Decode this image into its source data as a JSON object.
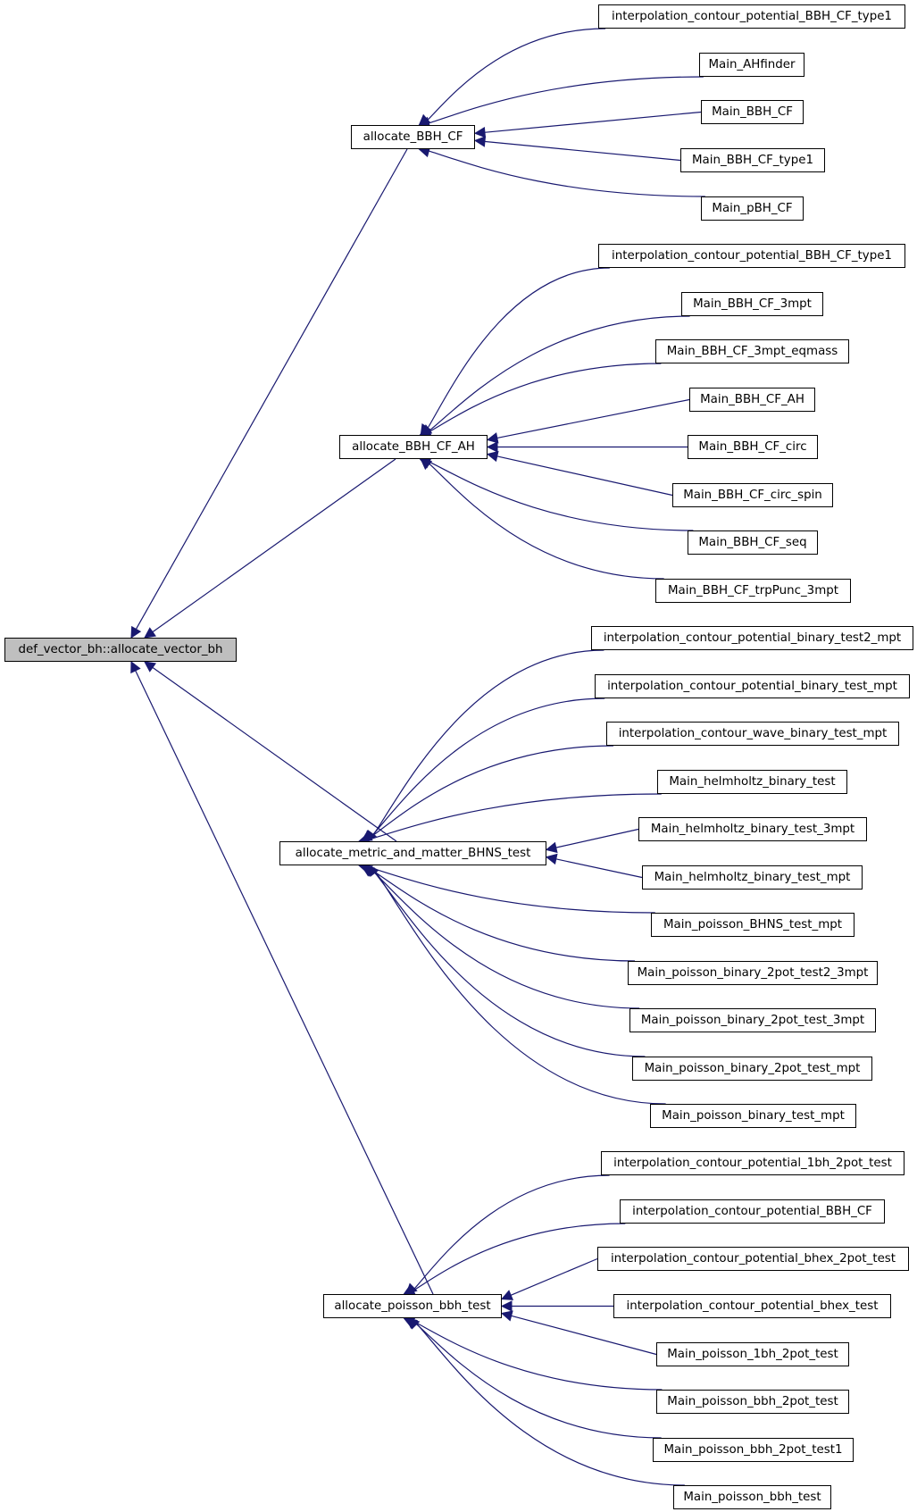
{
  "graph": {
    "root": {
      "label": "def_vector_bh::allocate_vector_bh"
    },
    "groups": [
      {
        "label": "allocate_BBH_CF",
        "callers": [
          "interpolation_contour_potential_BBH_CF_type1",
          "Main_AHfinder",
          "Main_BBH_CF",
          "Main_BBH_CF_type1",
          "Main_pBH_CF"
        ]
      },
      {
        "label": "allocate_BBH_CF_AH",
        "callers": [
          "interpolation_contour_potential_BBH_CF_type1",
          "Main_BBH_CF_3mpt",
          "Main_BBH_CF_3mpt_eqmass",
          "Main_BBH_CF_AH",
          "Main_BBH_CF_circ",
          "Main_BBH_CF_circ_spin",
          "Main_BBH_CF_seq",
          "Main_BBH_CF_trpPunc_3mpt"
        ]
      },
      {
        "label": "allocate_metric_and_matter_BHNS_test",
        "callers": [
          "interpolation_contour_potential_binary_test2_mpt",
          "interpolation_contour_potential_binary_test_mpt",
          "interpolation_contour_wave_binary_test_mpt",
          "Main_helmholtz_binary_test",
          "Main_helmholtz_binary_test_3mpt",
          "Main_helmholtz_binary_test_mpt",
          "Main_poisson_BHNS_test_mpt",
          "Main_poisson_binary_2pot_test2_3mpt",
          "Main_poisson_binary_2pot_test_3mpt",
          "Main_poisson_binary_2pot_test_mpt",
          "Main_poisson_binary_test_mpt"
        ]
      },
      {
        "label": "allocate_poisson_bbh_test",
        "callers": [
          "interpolation_contour_potential_1bh_2pot_test",
          "interpolation_contour_potential_BBH_CF",
          "interpolation_contour_potential_bhex_2pot_test",
          "interpolation_contour_potential_bhex_test",
          "Main_poisson_1bh_2pot_test",
          "Main_poisson_bbh_2pot_test",
          "Main_poisson_bbh_2pot_test1",
          "Main_poisson_bbh_test"
        ]
      }
    ]
  },
  "colors": {
    "edge": "#191970",
    "root_fill": "#bfbfbf",
    "node_border": "#000000"
  }
}
